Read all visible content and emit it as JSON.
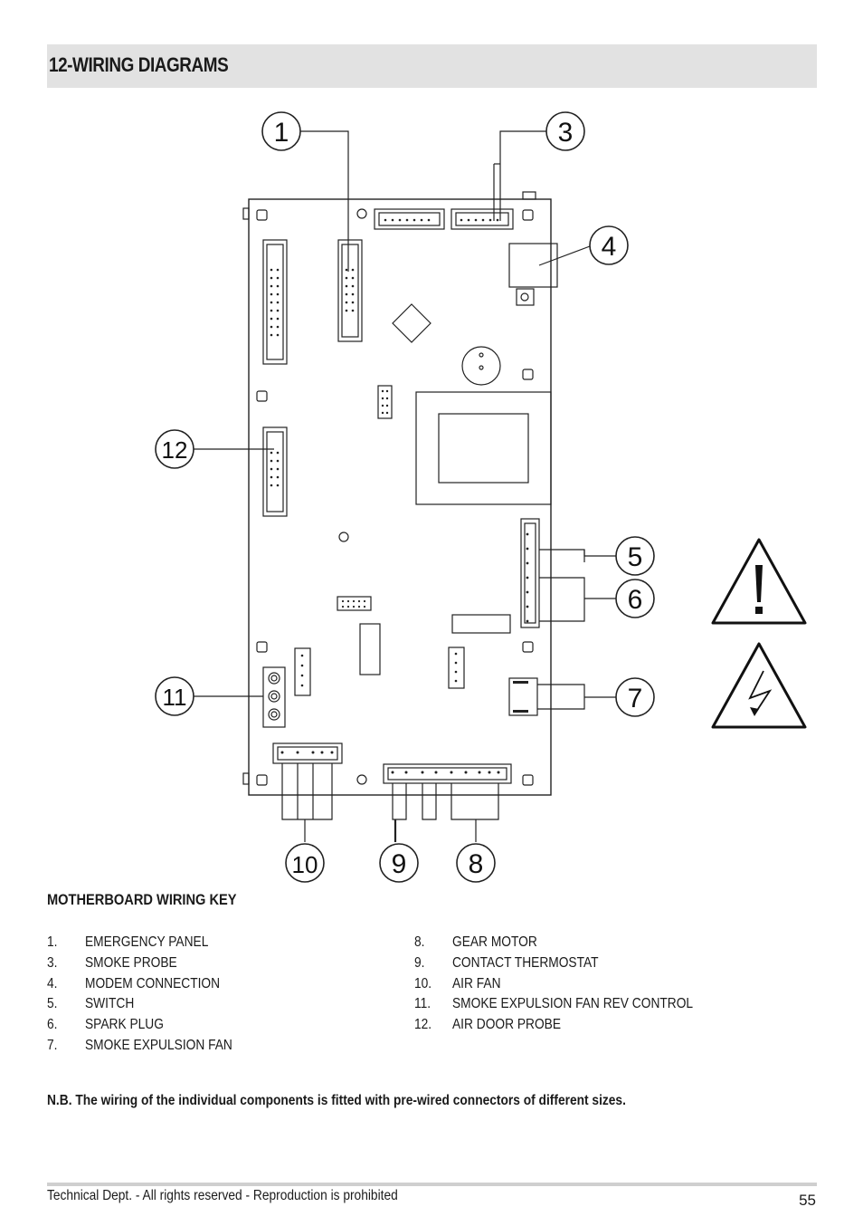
{
  "header": {
    "title": "12-WIRING DIAGRAMS",
    "background": "#e2e2e2"
  },
  "diagram": {
    "callouts": [
      "1",
      "3",
      "4",
      "5",
      "6",
      "7",
      "8",
      "9",
      "10",
      "11",
      "12"
    ],
    "warning_icons": [
      "warning-exclamation-icon",
      "electrical-hazard-icon"
    ]
  },
  "key": {
    "title": "MOTHERBOARD WIRING KEY",
    "left": [
      {
        "num": "1.",
        "label": "EMERGENCY PANEL"
      },
      {
        "num": "3.",
        "label": "SMOKE PROBE"
      },
      {
        "num": "4.",
        "label": "MODEM CONNECTION"
      },
      {
        "num": "5.",
        "label": "SWITCH"
      },
      {
        "num": "6.",
        "label": "SPARK PLUG"
      },
      {
        "num": "7.",
        "label": "SMOKE EXPULSION FAN"
      }
    ],
    "right": [
      {
        "num": "8.",
        "label": "GEAR MOTOR"
      },
      {
        "num": "9.",
        "label": "CONTACT THERMOSTAT"
      },
      {
        "num": "10.",
        "label": "AIR FAN"
      },
      {
        "num": "11.",
        "label": "SMOKE EXPULSION FAN REV CONTROL"
      },
      {
        "num": "12.",
        "label": "AIR DOOR PROBE"
      }
    ]
  },
  "note": "N.B. The wiring of the individual components is fitted with pre-wired connectors of different sizes.",
  "footer": {
    "text": "Technical Dept. - All rights reserved - Reproduction is prohibited",
    "page": "55"
  }
}
